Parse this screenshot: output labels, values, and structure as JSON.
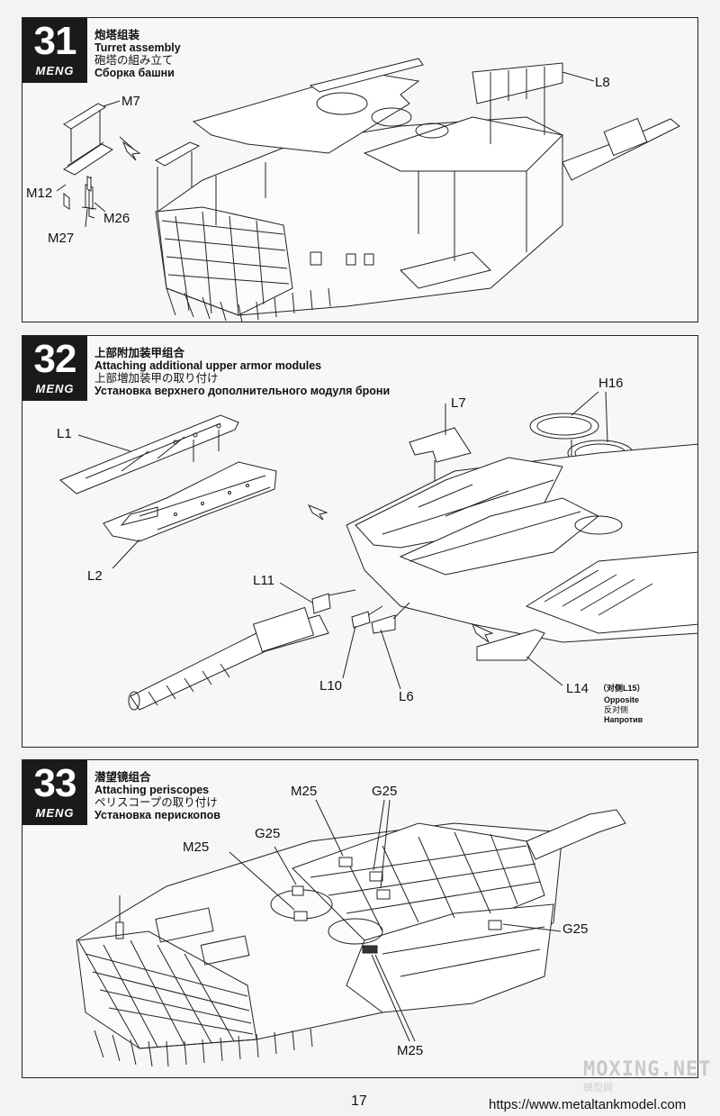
{
  "steps": [
    {
      "number": "31",
      "brand": "MENG",
      "title_zh": "炮塔组装",
      "title_en": "Turret assembly",
      "title_ja": "砲塔の組み立て",
      "title_ru": "Сборка башни",
      "labels": {
        "m7": "M7",
        "m12": "M12",
        "m26": "M26",
        "m27": "M27",
        "l8": "L8"
      }
    },
    {
      "number": "32",
      "brand": "MENG",
      "title_zh": "上部附加装甲组合",
      "title_en": "Attaching additional upper armor modules",
      "title_ja": "上部増加装甲の取り付け",
      "title_ru": "Установка верхнего дополнительного модуля брони",
      "labels": {
        "l1": "L1",
        "l2": "L2",
        "l7": "L7",
        "h16": "H16",
        "l11": "L11",
        "l10": "L10",
        "l6": "L6",
        "l14": "L14",
        "l14_note": "（对侧L15）",
        "opposite_en": "Opposite",
        "opposite_zh": "反对侧",
        "opposite_ru": "Напротив"
      }
    },
    {
      "number": "33",
      "brand": "MENG",
      "title_zh": "潜望镜组合",
      "title_en": "Attaching periscopes",
      "title_ja": "ペリスコープの取り付け",
      "title_ru": "Установка перископов",
      "labels": {
        "m25_top": "M25",
        "g25_top": "G25",
        "m25_left": "M25",
        "g25_left": "G25",
        "g25_right": "G25",
        "m25_bottom": "M25"
      }
    }
  ],
  "footer": {
    "page_number": "17",
    "url": "https://www.metaltankmodel.com",
    "watermark": "MOXING.NET",
    "watermark_sub": "模型网"
  }
}
